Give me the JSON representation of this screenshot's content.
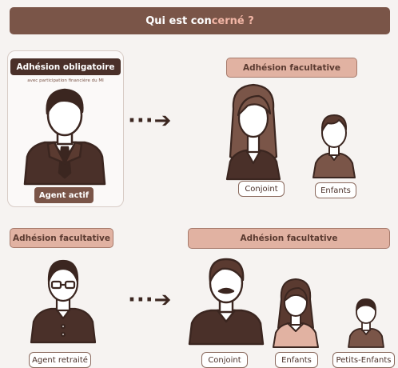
{
  "banner": {
    "title_part1": "Qui est con",
    "title_part2": "cerné ?"
  },
  "section_active": {
    "badge": "Adhésion obligatoire",
    "note": "avec participation financière du MI",
    "person_label": "Agent actif",
    "optional_badge": "Adhésion facultative",
    "beneficiaries": [
      "Conjoint",
      "Enfants"
    ]
  },
  "section_retired": {
    "badge": "Adhésion facultative",
    "person_label": "Agent retraité",
    "optional_badge": "Adhésion facultative",
    "beneficiaries": [
      "Conjoint",
      "Enfants",
      "Petits-Enfants"
    ]
  },
  "colors": {
    "banner": "#7a5548",
    "accent": "#f2b6a6",
    "dark": "#4a3029",
    "pink": "#e1b2a2",
    "outline": "#3b2620",
    "skin": "#ffffff"
  },
  "arrow_glyph": "···➔"
}
